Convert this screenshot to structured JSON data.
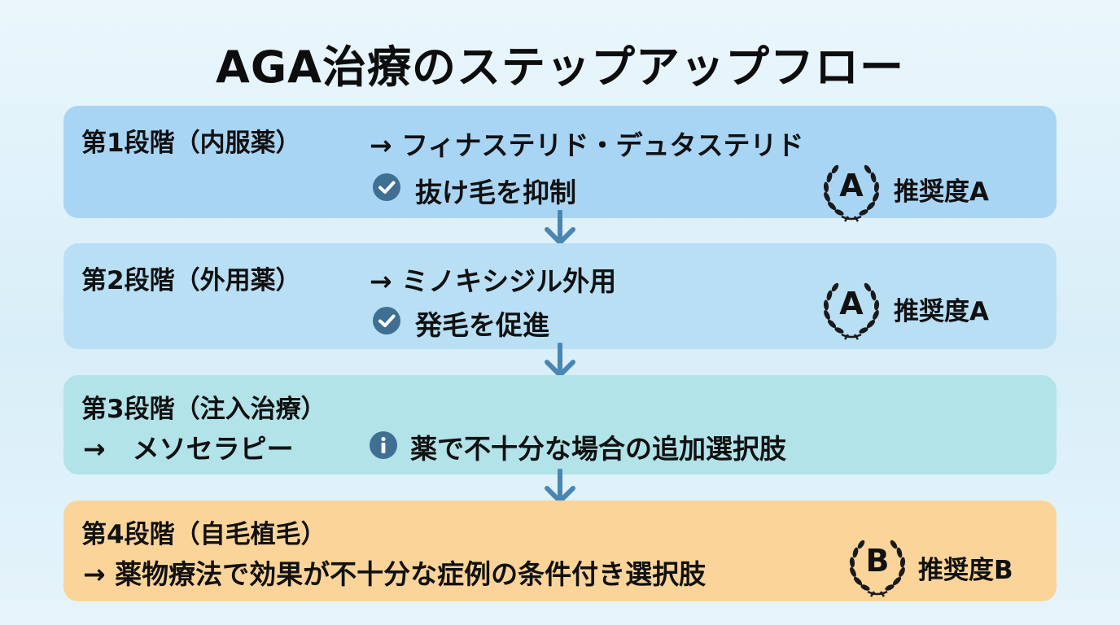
{
  "title": "AGA治療のステップアップフロー",
  "steps": [
    {
      "stage": "第1段階（内服薬）",
      "arrow_text": "→ フィナステリド・デュタステリド",
      "note_icon": "check-icon",
      "note": "抜け毛を抑制",
      "badge_letter": "A",
      "badge_label": "推奨度A"
    },
    {
      "stage": "第2段階（外用薬）",
      "arrow_text": "→ ミノキシジル外用",
      "note_icon": "check-icon",
      "note": "発毛を促進",
      "badge_letter": "A",
      "badge_label": "推奨度A"
    },
    {
      "stage": "第3段階（注入治療）",
      "arrow_text": "→　メソセラピー",
      "note_icon": "info-icon",
      "note": "薬で不十分な場合の追加選択肢"
    },
    {
      "stage": "第4段階（自毛植毛）",
      "arrow_text": "→ 薬物療法で効果が不十分な症例の条件付き選択肢",
      "badge_letter": "B",
      "badge_label": "推奨度B"
    }
  ],
  "colors": {
    "step1": "#a9d5f5",
    "step2": "#b8dff4",
    "step3": "#b2e3e9",
    "step4": "#fbd49a",
    "icon": "#3f6f93",
    "arrow": "#4a86b3"
  }
}
